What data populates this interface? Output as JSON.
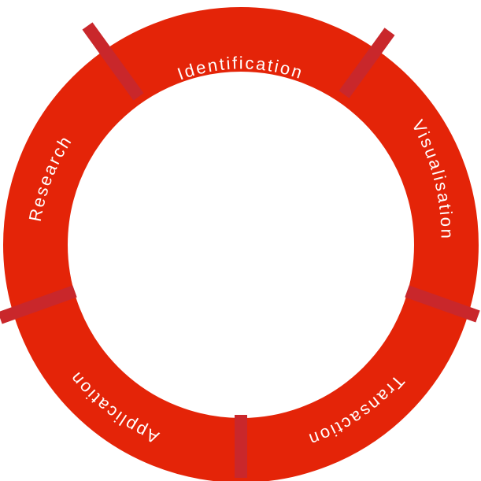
{
  "colors": {
    "ring": "#e42408",
    "divider": "#c9272b",
    "text": "#ffffff",
    "background": "#ffffff"
  },
  "segments": [
    {
      "label": "Identification"
    },
    {
      "label": "Visualisation"
    },
    {
      "label": "Transaction"
    },
    {
      "label": "Application"
    },
    {
      "label": "Research"
    }
  ]
}
